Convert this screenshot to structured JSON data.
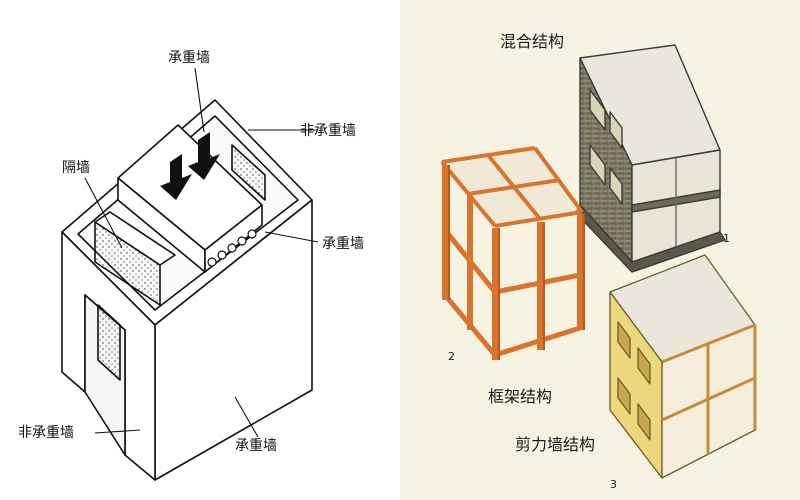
{
  "left_diagram": {
    "labels": {
      "load_bearing_top": "承重墙",
      "partition": "隔墙",
      "non_load_bearing_right": "非承重墙",
      "load_bearing_slab": "承重墙",
      "non_load_bearing_left": "非承重墙",
      "load_bearing_front": "承重墙"
    }
  },
  "right_diagram": {
    "titles": {
      "mixed": "混合结构",
      "frame": "框架结构",
      "shear_wall": "剪力墙结构"
    },
    "numbers": {
      "mixed": "1",
      "frame": "2",
      "shear_wall": "3"
    }
  },
  "colors": {
    "line": "#111111",
    "frame_orange": "#d9742f",
    "frame_orange_dark": "#b55a1e",
    "brick_gray": "#6e6a58",
    "wall_yellow": "#ecd77c",
    "slab_gray": "#ebe7dc",
    "background_right": "#f7f3e3"
  }
}
